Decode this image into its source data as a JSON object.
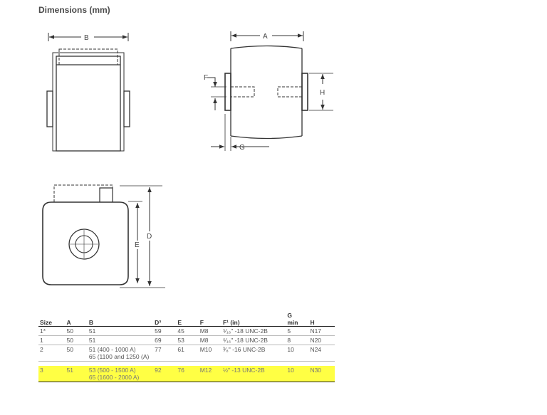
{
  "title": "Dimensions (mm)",
  "labels": {
    "a": "A",
    "b": "B",
    "d": "D",
    "e": "E",
    "f": "F",
    "g": "G",
    "h": "H"
  },
  "table": {
    "headers": {
      "size": "Size",
      "a": "A",
      "b": "B",
      "d": "D³",
      "e": "E",
      "f": "F",
      "f_in": "F¹ (in)",
      "g_top": "G",
      "g_bottom": "min",
      "h": "H"
    },
    "rows": [
      {
        "size": "1*",
        "a": "50",
        "b": [
          "51"
        ],
        "d": "59",
        "e": "45",
        "f": "M8",
        "f_in": "⁵⁄₁₆\" -18 UNC-2B",
        "g": "5",
        "h": "N17"
      },
      {
        "size": "1",
        "a": "50",
        "b": [
          "51"
        ],
        "d": "69",
        "e": "53",
        "f": "M8",
        "f_in": "⁵⁄₁₆\" -18 UNC-2B",
        "g": "8",
        "h": "N20"
      },
      {
        "size": "2",
        "a": "50",
        "b": [
          "51 (400 - 1000 A)",
          "65 (1100 and 1250 (A)"
        ],
        "d": "77",
        "e": "61",
        "f": "M10",
        "f_in": "³⁄₈\" -16 UNC-2B",
        "g": "10",
        "h": "N24"
      },
      {
        "size": "3",
        "a": "51",
        "b": [
          "53 (500 - 1500 A)",
          "65 (1600 - 2000 A)"
        ],
        "d": "92",
        "e": "76",
        "f": "M12",
        "f_in": "½\" -13 UNC-2B",
        "g": "10",
        "h": "N30"
      }
    ]
  },
  "highlight_color": "#ffff44"
}
